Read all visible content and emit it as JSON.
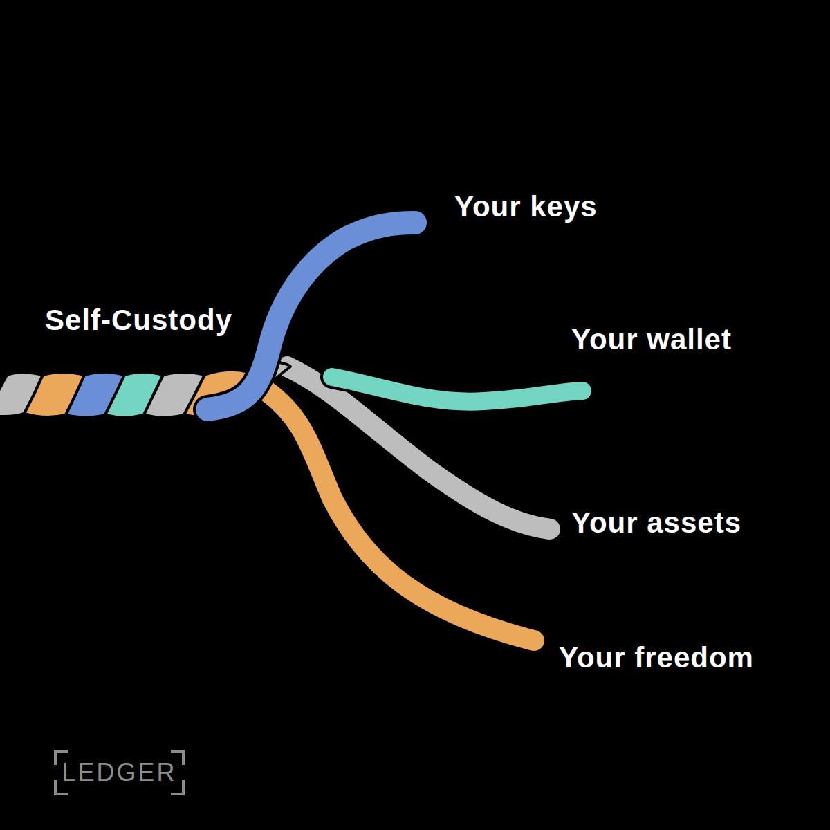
{
  "diagram": {
    "labels": [
      "Self-Custody",
      "Your keys",
      "Your wallet",
      "Your assets",
      "Your freedom",
      "LEDGER"
    ]
  }
}
